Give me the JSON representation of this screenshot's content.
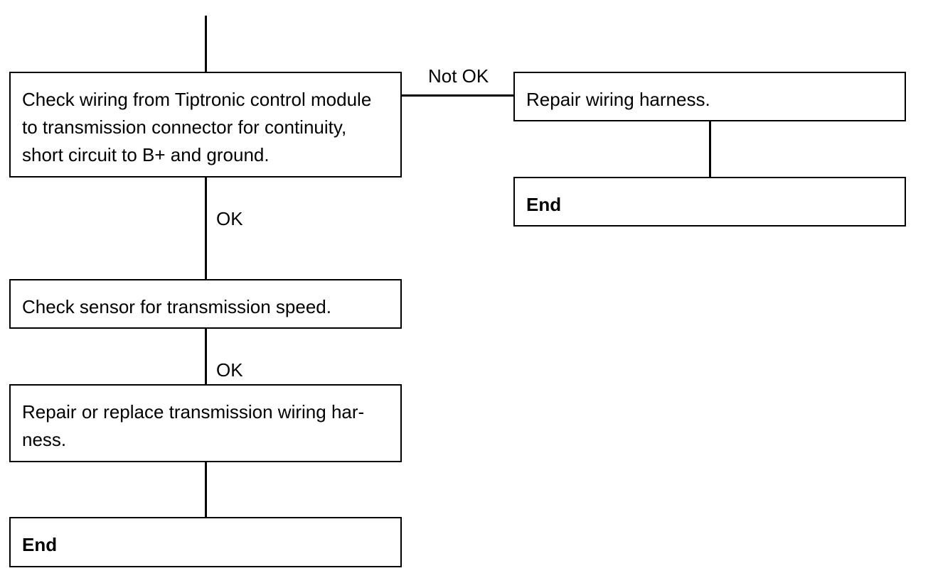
{
  "flowchart": {
    "step_check_wiring": "Check wiring from Tiptronic control module\nto transmission connector for continuity,\nshort circuit to B+ and ground.",
    "step_repair_harness": "Repair wiring harness.",
    "step_end_right": "End",
    "step_check_sensor": "Check sensor for transmission speed.",
    "step_repair_replace": "Repair or replace transmission wiring har-\nness.",
    "step_end_bottom": "End",
    "label_not_ok": "Not OK",
    "label_ok_1": "OK",
    "label_ok_2": "OK"
  }
}
